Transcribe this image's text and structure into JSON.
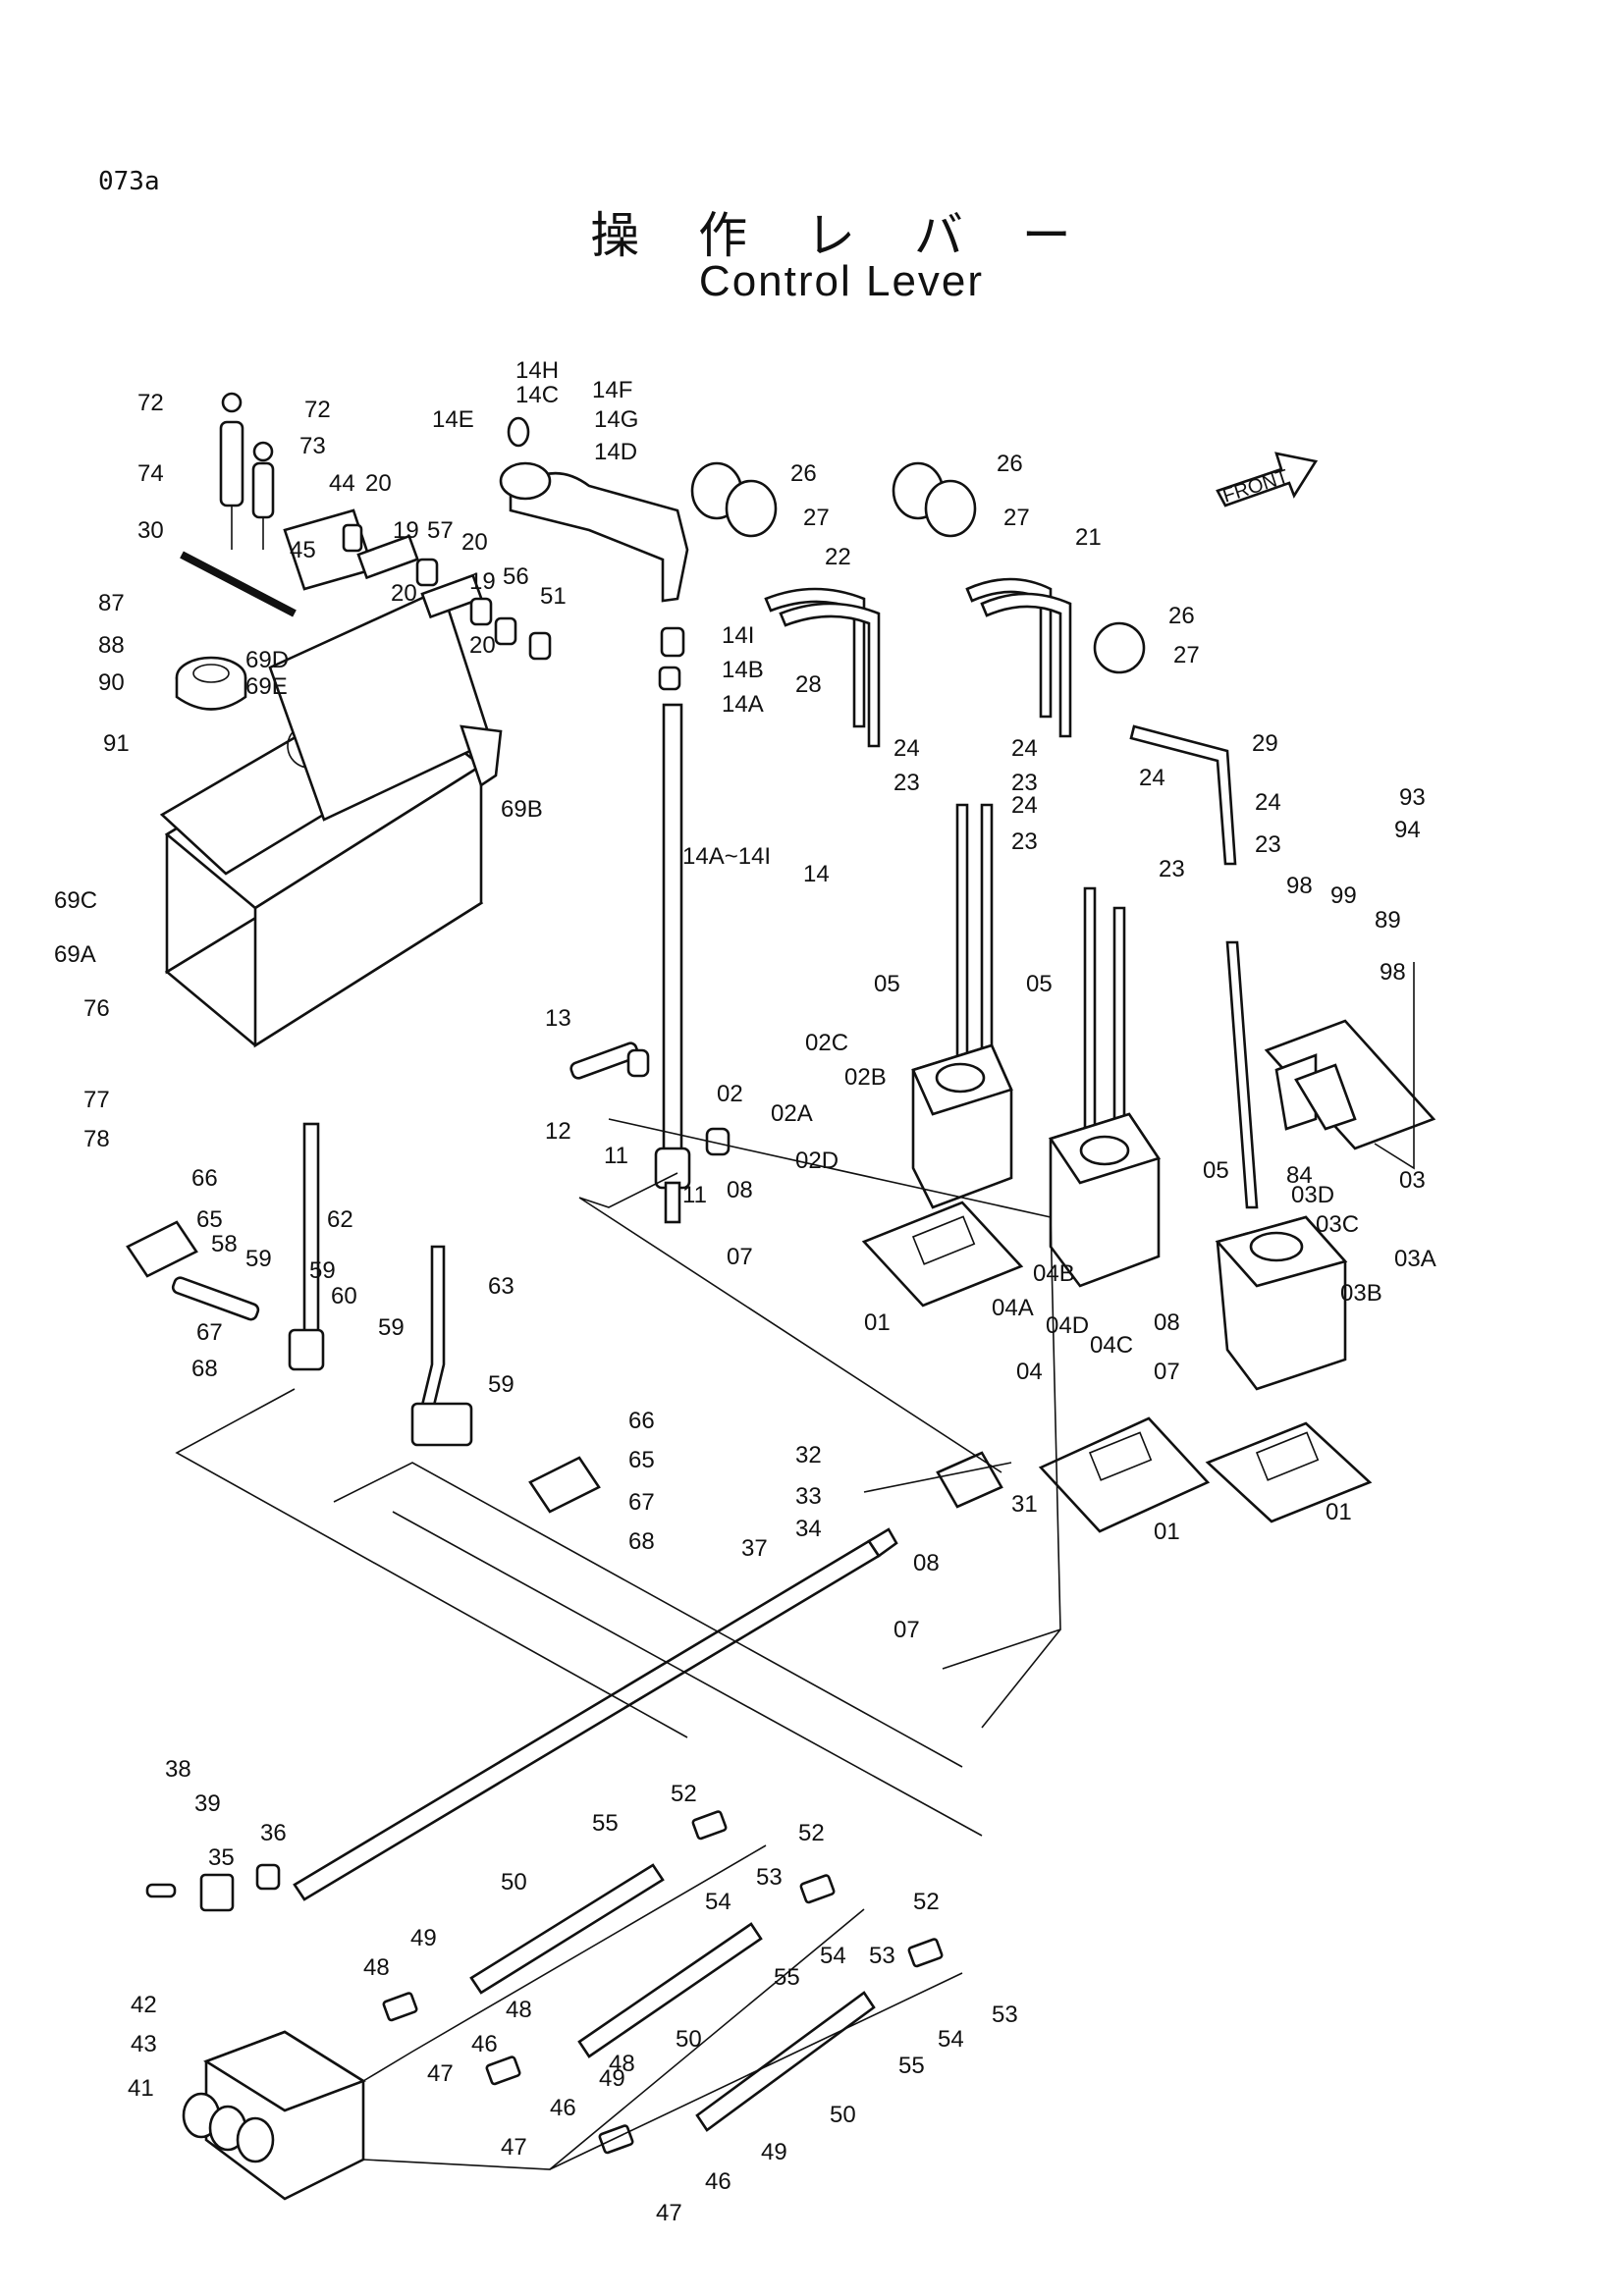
{
  "page": {
    "code": "073a",
    "title_jp": "操 作 レ バ ー",
    "title_en": "Control Lever",
    "front_marker": "FRONT"
  },
  "callouts": [
    "72",
    "72",
    "73",
    "74",
    "30",
    "44",
    "20",
    "45",
    "19",
    "57",
    "20",
    "20",
    "19",
    "56",
    "51",
    "20",
    "87",
    "88",
    "90",
    "69D",
    "69E",
    "91",
    "69B",
    "69C",
    "69A",
    "76",
    "77",
    "78",
    "14H",
    "14C",
    "14F",
    "14E",
    "14G",
    "14D",
    "14I",
    "14B",
    "14A",
    "14A~14I",
    "14",
    "13",
    "12",
    "11",
    "11",
    "26",
    "27",
    "22",
    "28",
    "26",
    "27",
    "21",
    "26",
    "27",
    "29",
    "24",
    "24",
    "23",
    "23",
    "24",
    "24",
    "23",
    "23",
    "24",
    "23",
    "93",
    "94",
    "98",
    "99",
    "89",
    "98",
    "84",
    "05",
    "05",
    "05",
    "02C",
    "02B",
    "02A",
    "02",
    "02D",
    "08",
    "07",
    "01",
    "04B",
    "04A",
    "04D",
    "04C",
    "04",
    "03D",
    "03C",
    "03",
    "03A",
    "03B",
    "08",
    "07",
    "01",
    "01",
    "66",
    "65",
    "58",
    "59",
    "62",
    "67",
    "68",
    "59",
    "60",
    "59",
    "63",
    "59",
    "66",
    "65",
    "67",
    "68",
    "32",
    "33",
    "34",
    "31",
    "37",
    "08",
    "07",
    "38",
    "39",
    "35",
    "36",
    "55",
    "52",
    "53",
    "54",
    "52",
    "53",
    "54",
    "55",
    "50",
    "50",
    "52",
    "53",
    "54",
    "49",
    "48",
    "46",
    "47",
    "48",
    "49",
    "46",
    "47",
    "42",
    "43",
    "41",
    "48",
    "55",
    "50",
    "49",
    "46",
    "47"
  ]
}
